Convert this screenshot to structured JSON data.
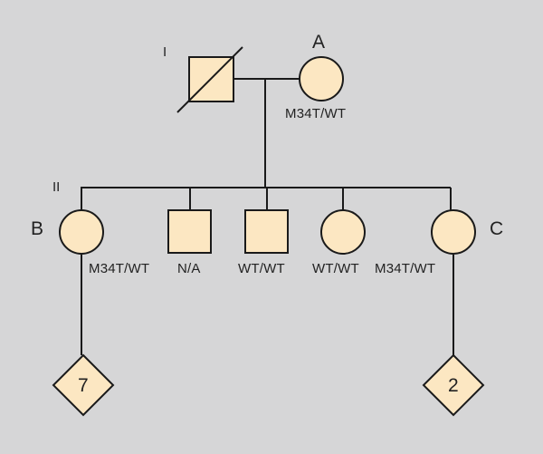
{
  "generations": {
    "gen_1": "I",
    "gen_2": "II"
  },
  "colors": {
    "background": "#d6d6d7",
    "symbol_fill": "#fce7c2",
    "line": "#1a1a1a"
  },
  "individuals": {
    "father": {
      "shape": "square",
      "deceased": true,
      "label": "",
      "genotype": ""
    },
    "mother": {
      "shape": "circle",
      "label": "A",
      "genotype": "M34T/WT"
    },
    "child_b": {
      "shape": "circle",
      "label": "B",
      "genotype": "M34T/WT"
    },
    "child_2": {
      "shape": "square",
      "label": "",
      "genotype": "N/A"
    },
    "child_3": {
      "shape": "square",
      "label": "",
      "genotype": "WT/WT"
    },
    "child_4": {
      "shape": "circle",
      "label": "",
      "genotype": "WT/WT"
    },
    "child_c": {
      "shape": "circle",
      "label": "C",
      "genotype": "M34T/WT"
    },
    "offspring_b": {
      "shape": "diamond",
      "count": "7"
    },
    "offspring_c": {
      "shape": "diamond",
      "count": "2"
    }
  }
}
